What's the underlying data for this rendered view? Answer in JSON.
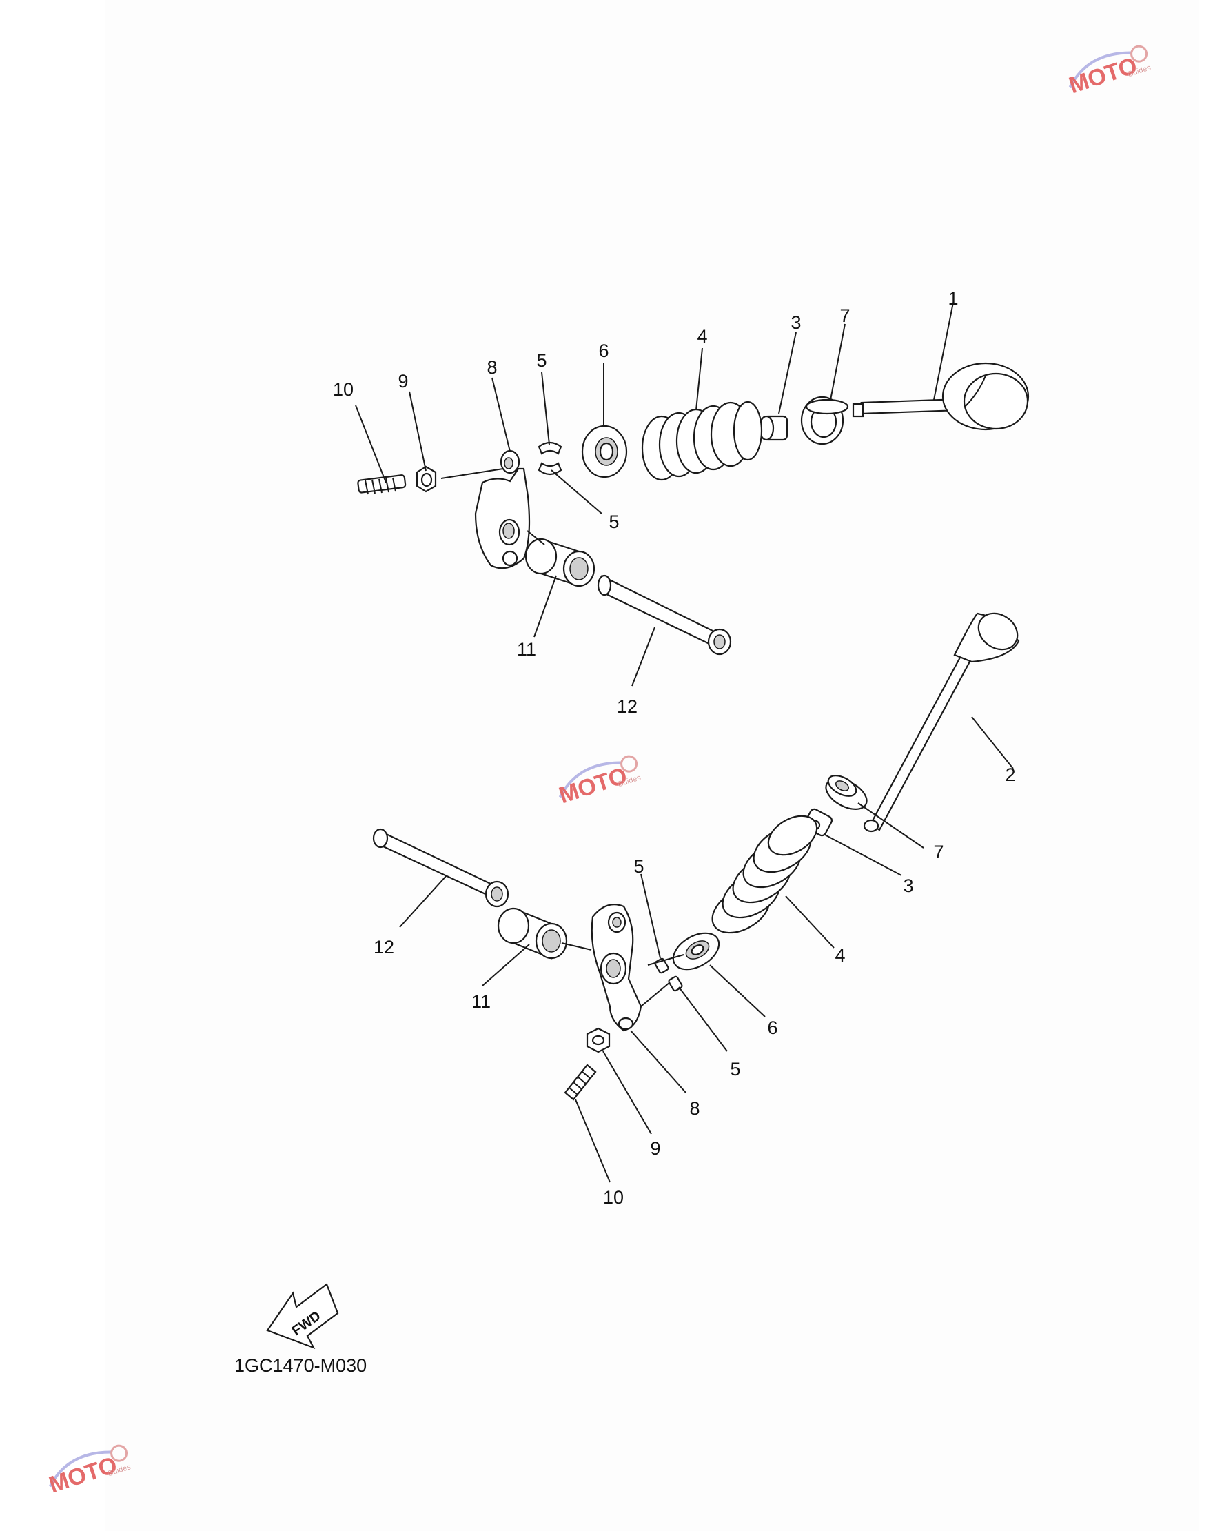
{
  "diagram": {
    "upper_assembly": {
      "labels": [
        "1",
        "3",
        "7",
        "4",
        "6",
        "5",
        "8",
        "9",
        "10",
        "5",
        "11",
        "12"
      ]
    },
    "lower_assembly": {
      "labels": [
        "2",
        "7",
        "3",
        "4",
        "5",
        "6",
        "5",
        "8",
        "9",
        "10",
        "11",
        "12"
      ]
    },
    "fwd_arrow_text": "FWD",
    "diagram_code": "1GC1470-M030"
  },
  "watermark": {
    "brand": "MOTO",
    "subtitle": "Guides",
    "color": "#e46a6a"
  }
}
